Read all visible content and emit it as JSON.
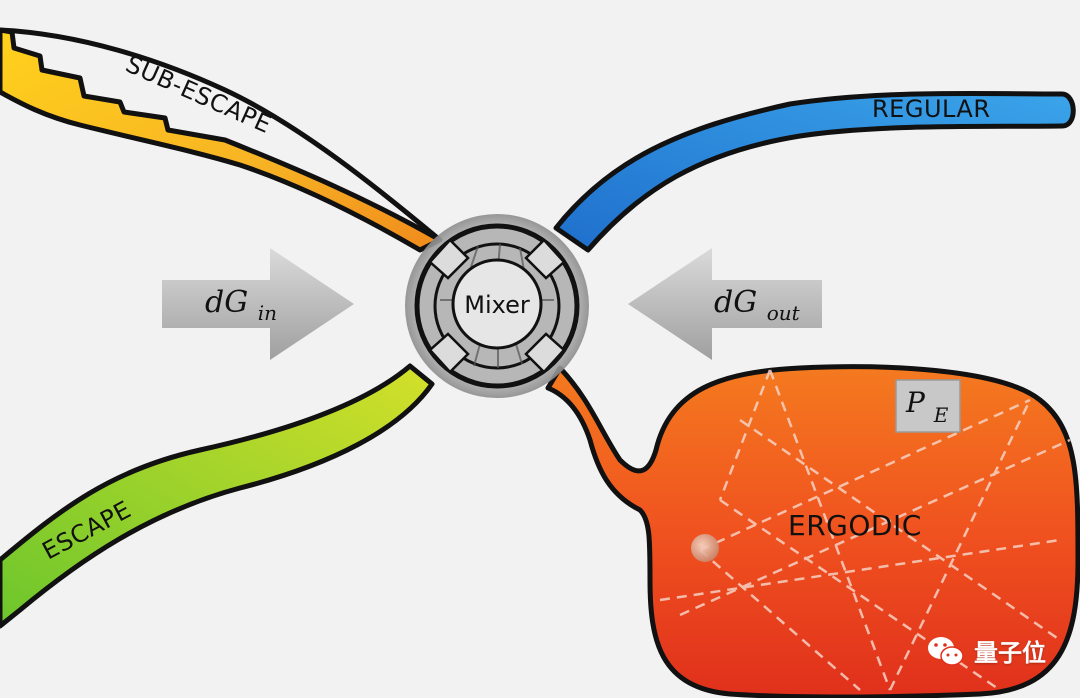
{
  "flows": {
    "sub_escape": "SUB-ESCAPE",
    "regular": "REGULAR",
    "escape": "ESCAPE",
    "ergodic": "ERGODIC"
  },
  "mixer": {
    "label": "Mixer"
  },
  "arrows": {
    "in_main": "dG",
    "in_sub": "in",
    "out_main": "dG",
    "out_sub": "out"
  },
  "pe_box": {
    "main": "P",
    "sub": "E"
  },
  "watermark": {
    "text": "量子位",
    "icon": "wechat-icon"
  },
  "colors": {
    "sub_escape": "#f7b324",
    "regular": "#2c93dc",
    "escape": "#8bcf2c",
    "ergodic": "#f0461f",
    "background": "#f2f2f2"
  }
}
